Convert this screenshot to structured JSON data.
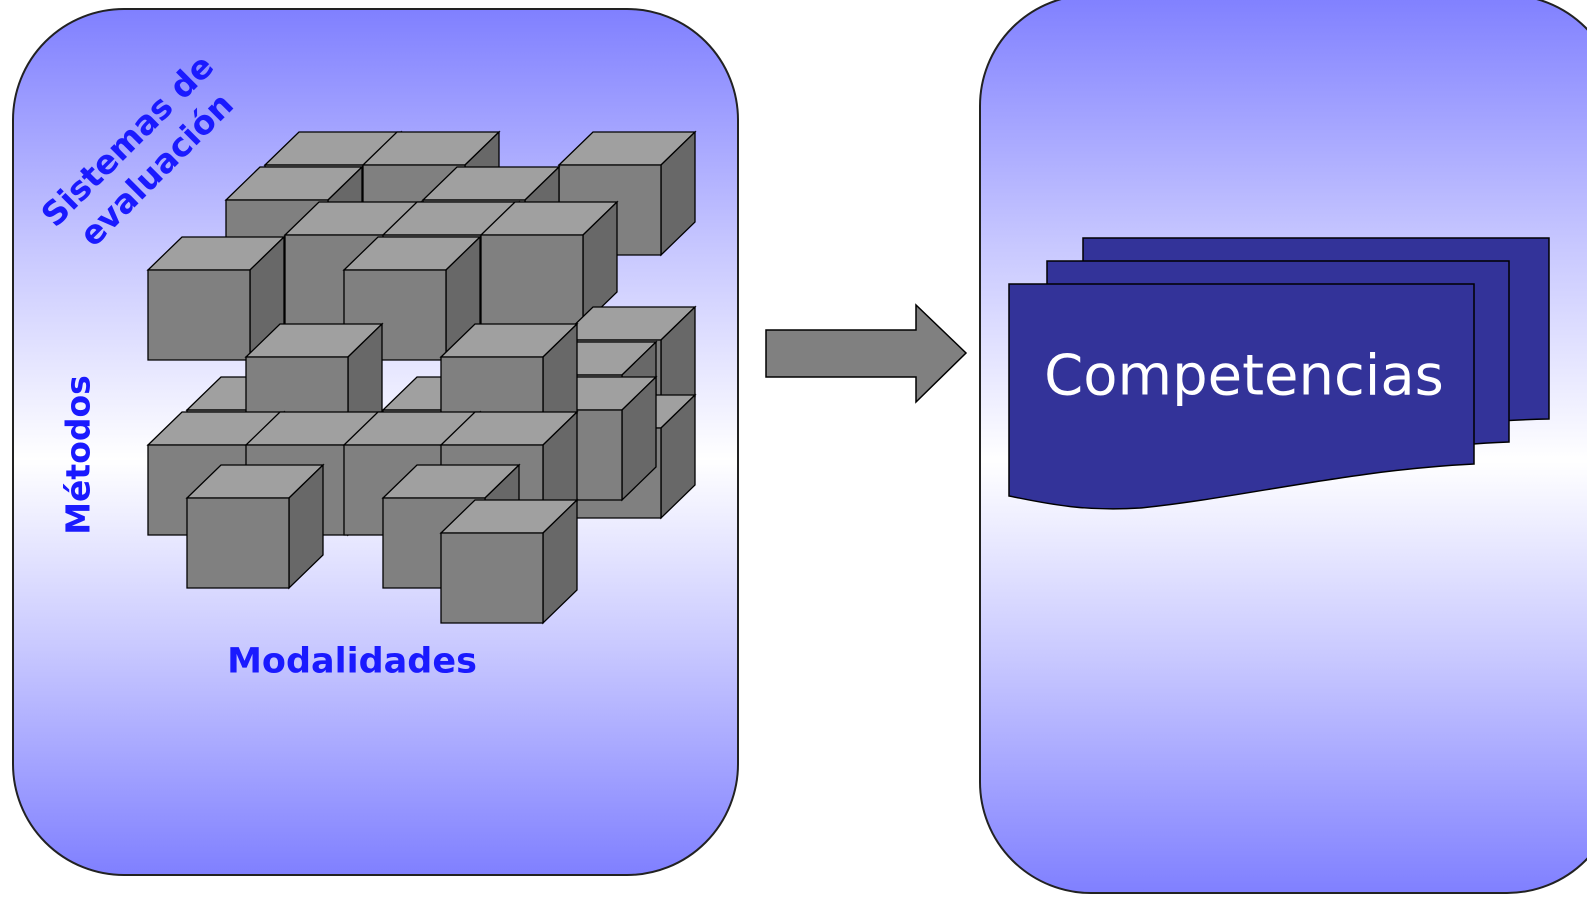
{
  "diagram": {
    "labels": {
      "axis_top": "Sistemas de\nevaluación",
      "axis_left": "Métodos",
      "axis_bottom": "Modalidades",
      "output": "Competencias"
    },
    "colors": {
      "panel_gradient_edge": "#8080ff",
      "panel_gradient_center": "#ffffff",
      "label_text": "#1a1aff",
      "cube_front": "#808080",
      "cube_top": "#a0a0a0",
      "cube_side": "#686868",
      "arrow_fill": "#808080",
      "document_fill": "#333399",
      "document_text": "#ffffff"
    },
    "icons": [
      "cube-grid-icon",
      "right-arrow-icon",
      "document-stack-icon"
    ]
  }
}
